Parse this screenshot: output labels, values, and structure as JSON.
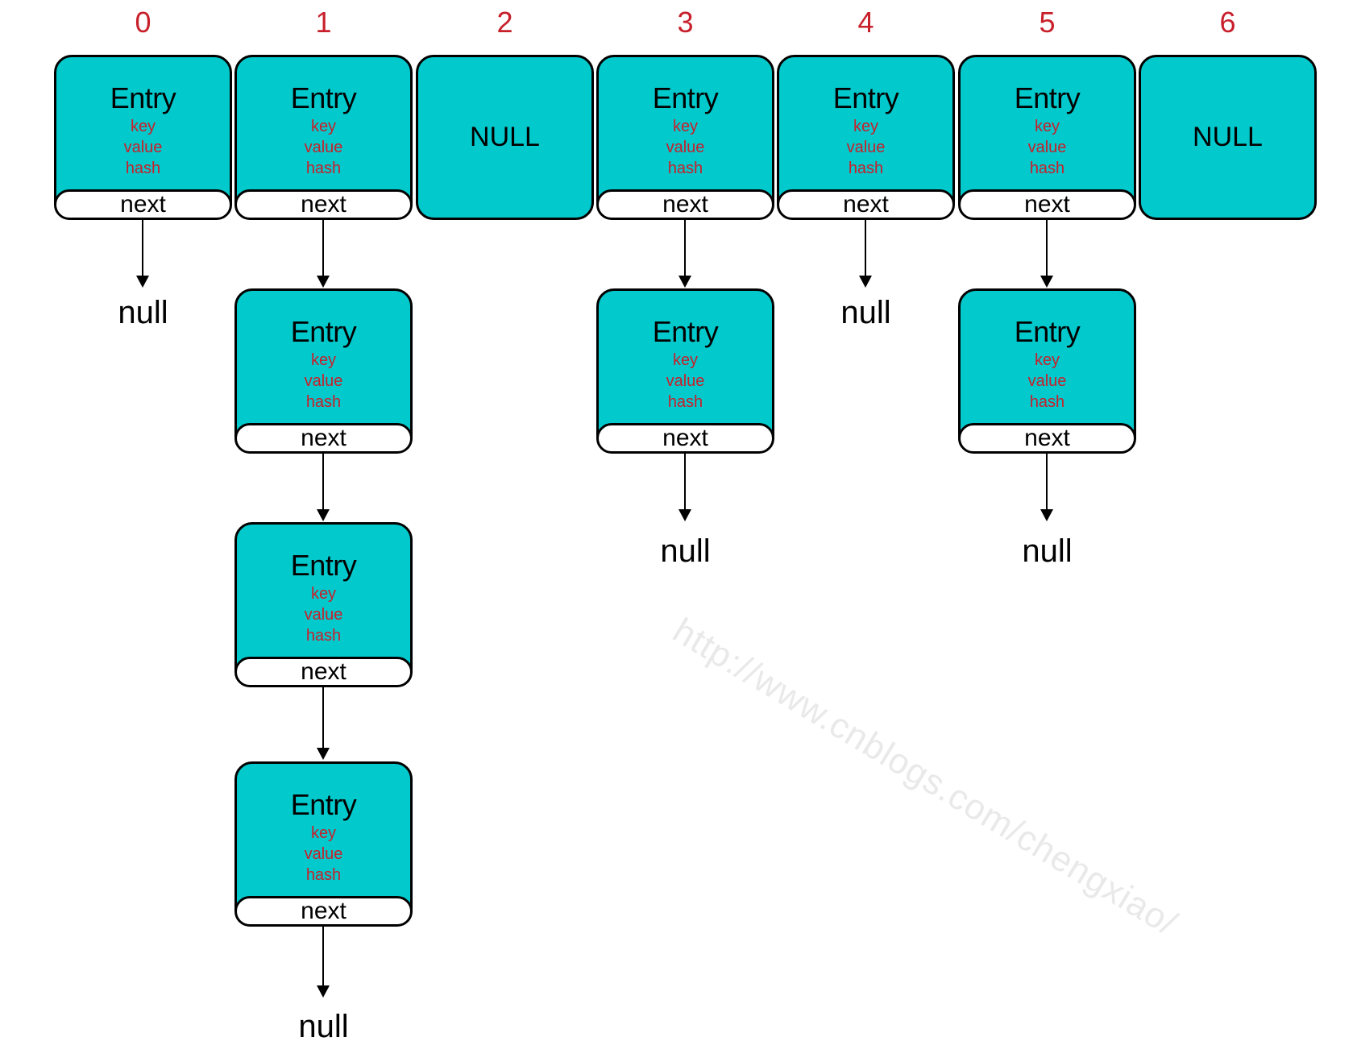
{
  "diagram": {
    "description": "HashMap bucket array with linked Entry chains",
    "index_labels": [
      "0",
      "1",
      "2",
      "3",
      "4",
      "5",
      "6"
    ],
    "labels": {
      "entry": "Entry",
      "next": "next",
      "null_box": "NULL",
      "null_ref": "null"
    },
    "entry_fields": [
      "key",
      "value",
      "hash"
    ],
    "buckets": [
      {
        "index": "0",
        "entry_count": 1,
        "terminator": "null"
      },
      {
        "index": "1",
        "entry_count": 4,
        "terminator": "null"
      },
      {
        "index": "2",
        "entry_count": 0,
        "terminator": "NULL"
      },
      {
        "index": "3",
        "entry_count": 2,
        "terminator": "null"
      },
      {
        "index": "4",
        "entry_count": 1,
        "terminator": "null"
      },
      {
        "index": "5",
        "entry_count": 2,
        "terminator": "null"
      },
      {
        "index": "6",
        "entry_count": 0,
        "terminator": "NULL"
      }
    ],
    "colors": {
      "box_fill": "#02c9cc",
      "field_text": "#c8202b",
      "index_text": "#c8202b",
      "watermark_text": "#e9e9e9"
    },
    "watermark": "http://www.cnblogs.com/chengxiao/"
  }
}
